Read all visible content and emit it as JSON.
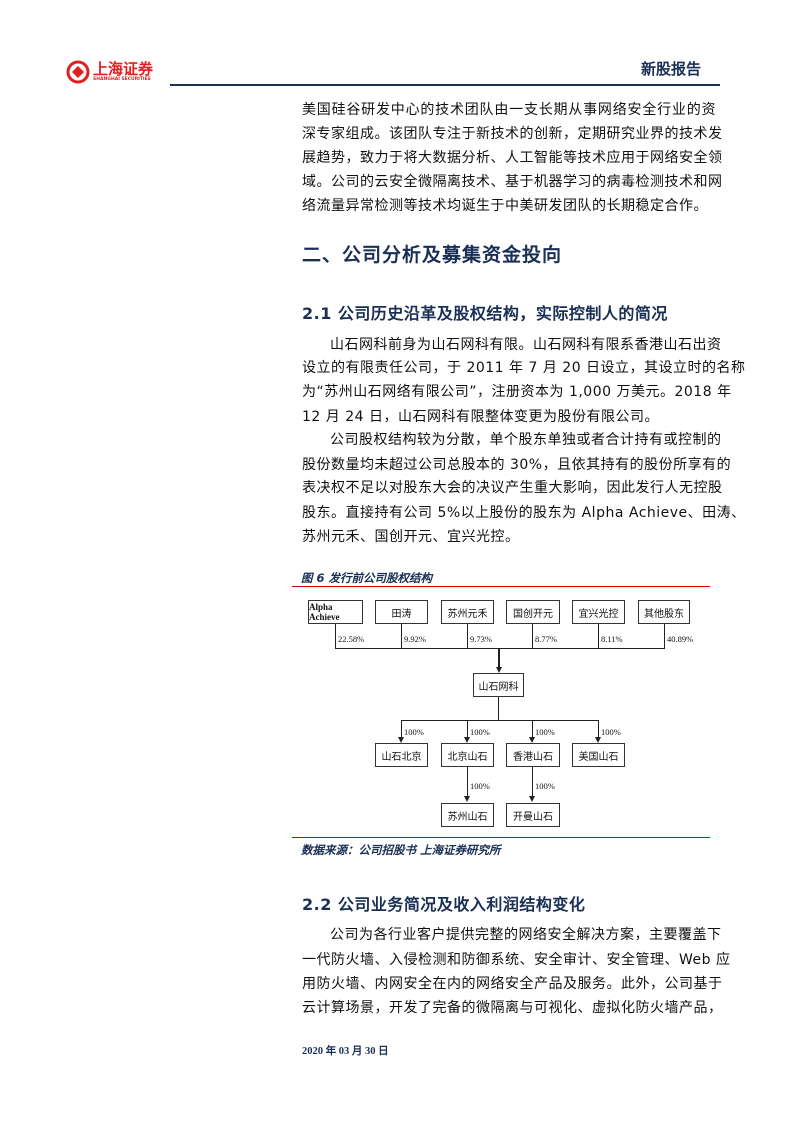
{
  "header": {
    "logo_text": "上海证券",
    "logo_subtext": "SHANGHAI SECURITIES",
    "report_type": "新股报告",
    "brand_color": "#e02020",
    "accent_color": "#1a2f55"
  },
  "intro_lines": [
    "美国硅谷研发中心的技术团队由一支长期从事网络安全行业的资",
    "深专家组成。该团队专注于新技术的创新，定期研究业界的技术发",
    "展趋势，致力于将大数据分析、人工智能等技术应用于网络安全领",
    "域。公司的云安全微隔离技术、基于机器学习的病毒检测技术和网",
    "络流量异常检测等技术均诞生于中美研发团队的长期稳定合作。"
  ],
  "section2_title": "二、公司分析及募集资金投向",
  "section21_title": "2.1 公司历史沿革及股权结构，实际控制人的简况",
  "section21_lines": [
    "山石网科前身为山石网科有限。山石网科有限系香港山石出资",
    "设立的有限责任公司，于 2011 年 7 月 20 日设立，其设立时的名称",
    "为“苏州山石网络有限公司”，注册资本为 1,000 万美元。2018 年",
    "12 月 24 日，山石网科有限整体变更为股份有限公司。",
    "公司股权结构较为分散，单个股东单独或者合计持有或控制的",
    "股份数量均未超过公司总股本的 30%，且依其持有的股份所享有的",
    "表决权不足以对股东大会的决议产生重大影响，因此发行人无控股",
    "股东。直接持有公司 5%以上股份的股东为 Alpha Achieve、田涛、",
    "苏州元禾、国创开元、宜兴光控。"
  ],
  "figure": {
    "caption": "图 6 发行前公司股权结构",
    "shareholders": [
      {
        "name": "Alpha Achieve",
        "pct": "22.58%"
      },
      {
        "name": "田涛",
        "pct": "9.92%"
      },
      {
        "name": "苏州元禾",
        "pct": "9.73%"
      },
      {
        "name": "国创开元",
        "pct": "8.77%"
      },
      {
        "name": "宜兴光控",
        "pct": "8.11%"
      },
      {
        "name": "其他股东",
        "pct": "40.89%"
      }
    ],
    "company": "山石网科",
    "subsidiaries": [
      {
        "name": "山石北京",
        "pct": "100%"
      },
      {
        "name": "北京山石",
        "pct": "100%"
      },
      {
        "name": "香港山石",
        "pct": "100%"
      },
      {
        "name": "美国山石",
        "pct": "100%"
      }
    ],
    "second_level": [
      {
        "name": "苏州山石",
        "pct": "100%"
      },
      {
        "name": "开曼山石",
        "pct": "100%"
      }
    ],
    "source": "数据来源：公司招股书 上海证券研究所",
    "rule_color": "#d00000"
  },
  "section22_title": "2.2 公司业务简况及收入利润结构变化",
  "section22_lines": [
    "公司为各行业客户提供完整的网络安全解决方案，主要覆盖下",
    "一代防火墙、入侵检测和防御系统、安全审计、安全管理、Web 应",
    "用防火墙、内网安全在内的网络安全产品及服务。此外，公司基于",
    "云计算场景，开发了完备的微隔离与可视化、虚拟化防火墙产品，"
  ],
  "footer": {
    "date": "2020 年 03 月 30 日"
  }
}
